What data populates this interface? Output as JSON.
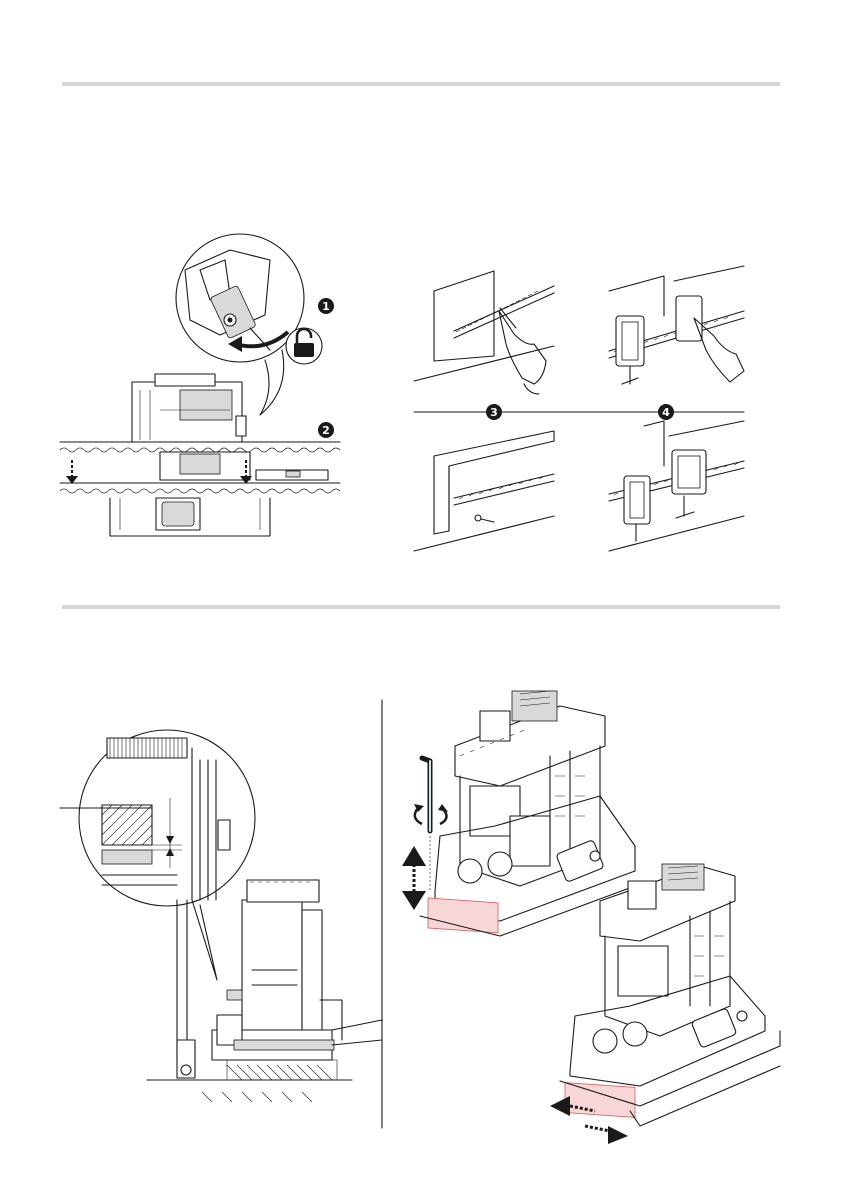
{
  "figures": {
    "unlock_and_level": {
      "step1": "1",
      "step2": "2"
    },
    "rack_fixing": {
      "step3": "3",
      "step4": "4"
    }
  }
}
